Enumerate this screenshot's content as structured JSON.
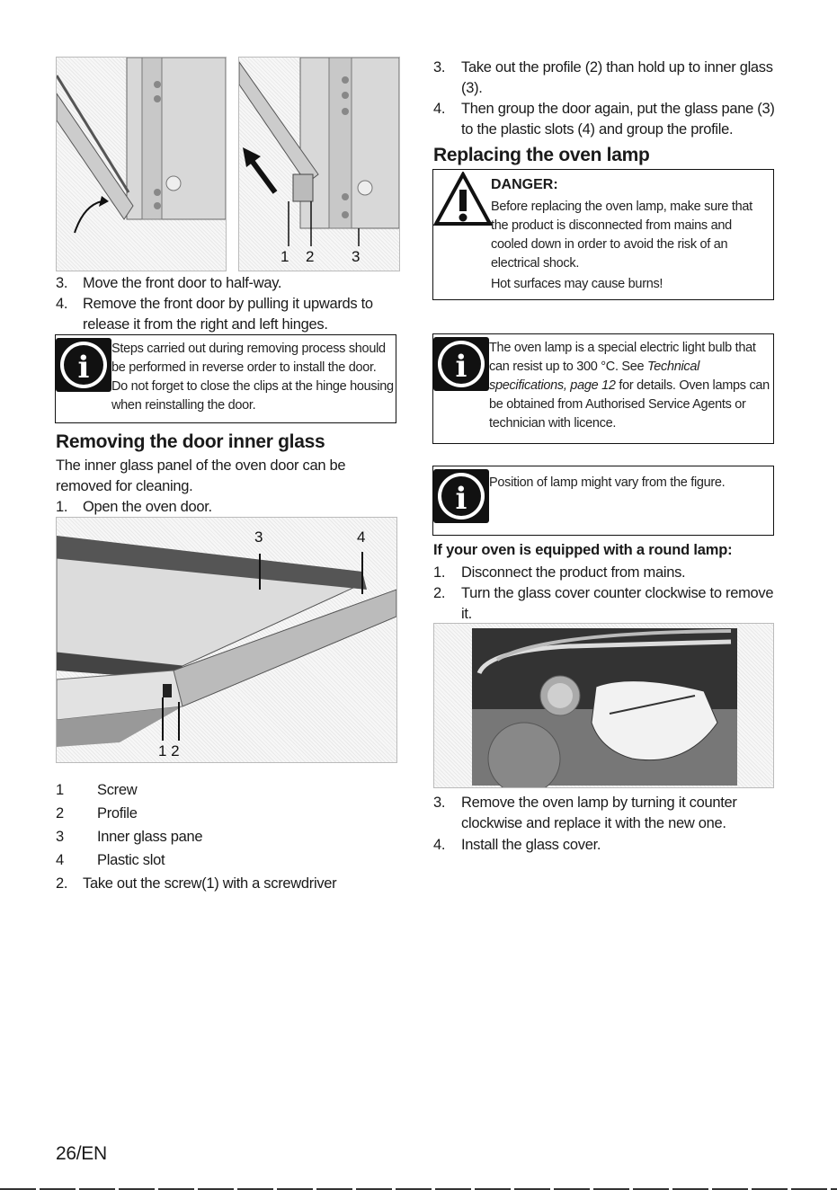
{
  "left": {
    "fig1_labels": [
      "1",
      "2",
      "3"
    ],
    "steps_a": [
      {
        "n": "3.",
        "text": "Move the front door to half-way."
      },
      {
        "n": "4.",
        "text": "Remove the front door by pulling it upwards to release it from the right and left hinges."
      }
    ],
    "info1": "Steps carried out during removing process should be performed in reverse order to install the door. Do not forget to close the clips at the hinge housing when reinstalling the door.",
    "heading": "Removing the door inner glass",
    "intro": "The inner glass panel of the oven door can be removed for cleaning.",
    "step_open": {
      "n": "1.",
      "text": "Open the oven door."
    },
    "fig2_labels": [
      "3",
      "4",
      "1 2"
    ],
    "legend": [
      {
        "n": "1",
        "text": "Screw"
      },
      {
        "n": "2",
        "text": "Profile"
      },
      {
        "n": "3",
        "text": "Inner glass pane"
      },
      {
        "n": "4",
        "text": "Plastic slot"
      }
    ],
    "step_screw": {
      "n": "2.",
      "text": "Take out the screw(1) with a screwdriver"
    }
  },
  "right": {
    "steps_a": [
      {
        "n": "3.",
        "text": "Take out the profile (2) than hold up to inner glass (3)."
      },
      {
        "n": "4.",
        "text": "Then group the door again, put the glass pane (3) to the plastic slots (4) and group the profile."
      }
    ],
    "heading": "Replacing the oven lamp",
    "danger_title": "DANGER:",
    "danger_text": "Before replacing the oven lamp, make sure that the product is disconnected from mains and cooled down in order to avoid the risk of an electrical shock.",
    "danger_text2": "Hot surfaces may cause burns!",
    "info2_a": "The oven lamp is a special electric light bulb that can resist up to 300 °C. See ",
    "info2_em": "Technical specifications, page 12",
    "info2_b": " for details. Oven lamps can be obtained from Authorised Service Agents or technician with licence.",
    "info3": "Position of lamp might vary from the figure.",
    "subheading": "If your oven is equipped with a round lamp:",
    "steps_b": [
      {
        "n": "1.",
        "text": "Disconnect the product from mains."
      },
      {
        "n": "2.",
        "text": "Turn the glass cover counter clockwise to remove it."
      }
    ],
    "steps_c": [
      {
        "n": "3.",
        "text": "Remove the oven lamp by turning it counter clockwise and replace it with the new one."
      },
      {
        "n": "4.",
        "text": "Install the glass cover."
      }
    ]
  },
  "footer": {
    "page": "26/EN"
  }
}
